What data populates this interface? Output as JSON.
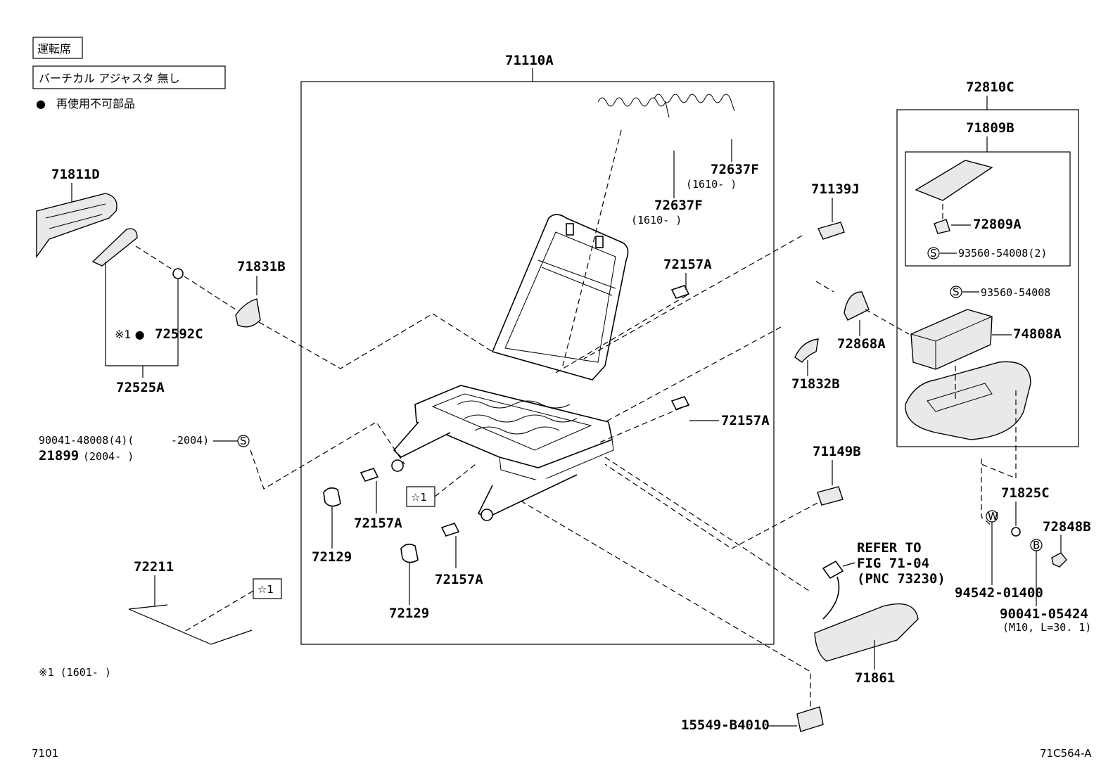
{
  "header": {
    "box1": "運転席",
    "box2": "バーチカル アジャスタ 無し",
    "bullet": "●",
    "legend": "再使用不可部品"
  },
  "parts": {
    "p71110A": "71110A",
    "p72810C": "72810C",
    "p71809B": "71809B",
    "p72809A": "72809A",
    "p93560_2": "93560-54008(2)",
    "p93560": "93560-54008",
    "p74808A": "74808A",
    "p71811D": "71811D",
    "p71831B": "71831B",
    "p72592C_mark": "※1 ●",
    "p72592C": "72592C",
    "p72525A": "72525A",
    "p90041_48008": "90041-48008(4)(",
    "p90041_48008_tail": "-2004)",
    "p21899": "21899",
    "p21899_tail": "(2004-       )",
    "p72637F_1": "72637F",
    "p72637F_1_date": "(1610-       )",
    "p72637F_2": "72637F",
    "p72637F_2_date": "(1610-       )",
    "p71139J": "71139J",
    "p72157A_1": "72157A",
    "p72868A": "72868A",
    "p71832B": "71832B",
    "p72157A_2": "72157A",
    "p71149B": "71149B",
    "p72157A_3": "72157A",
    "p72129_1": "72129",
    "p72157A_4": "72157A",
    "p72129_2": "72129",
    "p72211": "72211",
    "star1_a": "☆1",
    "star1_b": "☆1",
    "refer1": "REFER TO",
    "refer2": "FIG 71-04",
    "refer3": "(PNC 73230)",
    "p71825C": "71825C",
    "p72848B": "72848B",
    "p94542": "94542-01400",
    "p90041_05424": "90041-05424",
    "p90041_05424_spec": "(M10, L=30. 1)",
    "p71861": "71861",
    "p15549": "15549-B4010",
    "note1": "※1 (1601-       )",
    "sym_s": "S",
    "sym_w": "W",
    "sym_b": "B"
  },
  "footer": {
    "page": "7101",
    "code": "71C564-A"
  }
}
